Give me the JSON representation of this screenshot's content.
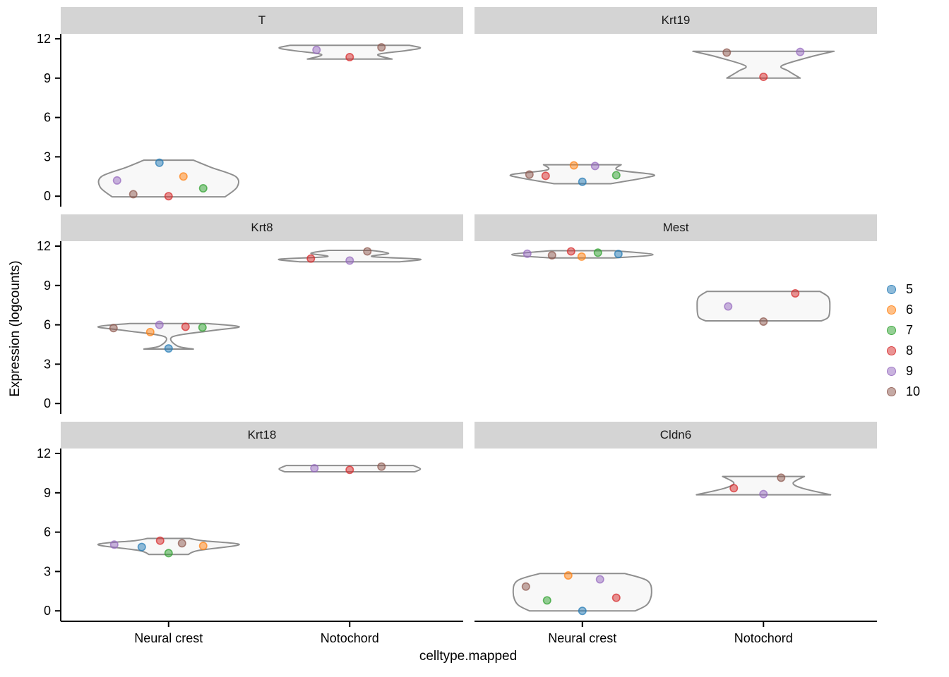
{
  "chart_data": {
    "type": "violin",
    "title": "",
    "xlabel": "celltype.mapped",
    "ylabel": "Expression (logcounts)",
    "x_categories": [
      "Neural crest",
      "Notochord"
    ],
    "y_ticks": [
      0,
      3,
      6,
      9,
      12
    ],
    "ylim": [
      -0.8,
      12.4
    ],
    "grid": false,
    "legend_position": "right",
    "violin_fill": "#f8f8f8",
    "violin_stroke": "#8f8f8f",
    "samples": [
      {
        "label": "5",
        "color": "#1f77b4"
      },
      {
        "label": "6",
        "color": "#ff7f0e"
      },
      {
        "label": "7",
        "color": "#2ca02c"
      },
      {
        "label": "8",
        "color": "#d62728"
      },
      {
        "label": "9",
        "color": "#9467bd"
      },
      {
        "label": "10",
        "color": "#8c564b"
      }
    ],
    "facets": [
      {
        "title": "T",
        "groups": [
          {
            "category": "Neural crest",
            "violin_profile": [
              [
                -0.05,
                80
              ],
              [
                0.7,
                97
              ],
              [
                1.5,
                95
              ],
              [
                2.2,
                60
              ],
              [
                2.75,
                35
              ]
            ],
            "points": [
              {
                "sample": "5",
                "value": 2.55,
                "dx": -13
              },
              {
                "sample": "6",
                "value": 1.5,
                "dx": 21
              },
              {
                "sample": "7",
                "value": 0.6,
                "dx": 49
              },
              {
                "sample": "8",
                "value": 0.0,
                "dx": 0
              },
              {
                "sample": "9",
                "value": 1.2,
                "dx": -73
              },
              {
                "sample": "10",
                "value": 0.15,
                "dx": -50
              }
            ]
          },
          {
            "category": "Notochord",
            "violin_profile": [
              [
                10.45,
                60
              ],
              [
                10.8,
                40
              ],
              [
                11.1,
                80
              ],
              [
                11.3,
                100
              ],
              [
                11.5,
                85
              ]
            ],
            "points": [
              {
                "sample": "8",
                "value": 10.6,
                "dx": 0
              },
              {
                "sample": "9",
                "value": 11.15,
                "dx": -47
              },
              {
                "sample": "10",
                "value": 11.35,
                "dx": 45
              }
            ]
          }
        ]
      },
      {
        "title": "Krt19",
        "groups": [
          {
            "category": "Neural crest",
            "violin_profile": [
              [
                0.95,
                40
              ],
              [
                1.4,
                88
              ],
              [
                1.65,
                100
              ],
              [
                2.0,
                50
              ],
              [
                2.4,
                55
              ]
            ],
            "points": [
              {
                "sample": "5",
                "value": 1.1,
                "dx": 0
              },
              {
                "sample": "6",
                "value": 2.35,
                "dx": -12
              },
              {
                "sample": "7",
                "value": 1.6,
                "dx": 48
              },
              {
                "sample": "8",
                "value": 1.55,
                "dx": -52
              },
              {
                "sample": "9",
                "value": 2.3,
                "dx": 18
              },
              {
                "sample": "10",
                "value": 1.65,
                "dx": -75
              }
            ]
          },
          {
            "category": "Notochord",
            "violin_profile": [
              [
                9.0,
                52
              ],
              [
                9.55,
                35
              ],
              [
                9.95,
                26
              ],
              [
                10.6,
                65
              ],
              [
                11.05,
                100
              ]
            ],
            "points": [
              {
                "sample": "8",
                "value": 9.1,
                "dx": 0
              },
              {
                "sample": "9",
                "value": 11.0,
                "dx": 52
              },
              {
                "sample": "10",
                "value": 10.95,
                "dx": -52
              }
            ]
          }
        ]
      },
      {
        "title": "Krt8",
        "groups": [
          {
            "category": "Neural crest",
            "violin_profile": [
              [
                4.15,
                35
              ],
              [
                4.4,
                12
              ],
              [
                5.1,
                6
              ],
              [
                5.55,
                60
              ],
              [
                5.85,
                100
              ],
              [
                6.1,
                55
              ]
            ],
            "points": [
              {
                "sample": "5",
                "value": 4.2,
                "dx": 0
              },
              {
                "sample": "6",
                "value": 5.45,
                "dx": -26
              },
              {
                "sample": "7",
                "value": 5.8,
                "dx": 48
              },
              {
                "sample": "8",
                "value": 5.85,
                "dx": 24
              },
              {
                "sample": "9",
                "value": 6.0,
                "dx": -13
              },
              {
                "sample": "10",
                "value": 5.75,
                "dx": -78
              }
            ]
          },
          {
            "category": "Notochord",
            "violin_profile": [
              [
                10.8,
                70
              ],
              [
                11.0,
                100
              ],
              [
                11.2,
                32
              ],
              [
                11.45,
                55
              ],
              [
                11.68,
                30
              ]
            ],
            "points": [
              {
                "sample": "8",
                "value": 11.05,
                "dx": -55
              },
              {
                "sample": "9",
                "value": 10.9,
                "dx": 0
              },
              {
                "sample": "10",
                "value": 11.6,
                "dx": 25
              }
            ]
          }
        ]
      },
      {
        "title": "Mest",
        "groups": [
          {
            "category": "Neural crest",
            "violin_profile": [
              [
                11.1,
                45
              ],
              [
                11.35,
                100
              ],
              [
                11.65,
                45
              ]
            ],
            "points": [
              {
                "sample": "5",
                "value": 11.4,
                "dx": 51
              },
              {
                "sample": "6",
                "value": 11.2,
                "dx": -1
              },
              {
                "sample": "7",
                "value": 11.5,
                "dx": 22
              },
              {
                "sample": "8",
                "value": 11.6,
                "dx": -16
              },
              {
                "sample": "9",
                "value": 11.42,
                "dx": -78
              },
              {
                "sample": "10",
                "value": 11.3,
                "dx": -43
              }
            ]
          },
          {
            "category": "Notochord",
            "violin_profile": [
              [
                6.3,
                82
              ],
              [
                6.6,
                92
              ],
              [
                7.4,
                94
              ],
              [
                8.1,
                92
              ],
              [
                8.55,
                80
              ]
            ],
            "points": [
              {
                "sample": "8",
                "value": 8.4,
                "dx": 45
              },
              {
                "sample": "9",
                "value": 7.4,
                "dx": -50
              },
              {
                "sample": "10",
                "value": 6.25,
                "dx": 0
              }
            ]
          }
        ]
      },
      {
        "title": "Krt18",
        "groups": [
          {
            "category": "Neural crest",
            "violin_profile": [
              [
                4.3,
                28
              ],
              [
                4.6,
                42
              ],
              [
                5.05,
                100
              ],
              [
                5.35,
                48
              ],
              [
                5.52,
                30
              ]
            ],
            "points": [
              {
                "sample": "5",
                "value": 4.87,
                "dx": -38
              },
              {
                "sample": "6",
                "value": 4.95,
                "dx": 49
              },
              {
                "sample": "7",
                "value": 4.4,
                "dx": 0
              },
              {
                "sample": "8",
                "value": 5.35,
                "dx": -12
              },
              {
                "sample": "9",
                "value": 5.05,
                "dx": -77
              },
              {
                "sample": "10",
                "value": 5.15,
                "dx": 19
              }
            ]
          },
          {
            "category": "Notochord",
            "violin_profile": [
              [
                10.6,
                92
              ],
              [
                10.82,
                100
              ],
              [
                11.08,
                90
              ]
            ],
            "points": [
              {
                "sample": "8",
                "value": 10.75,
                "dx": 0
              },
              {
                "sample": "9",
                "value": 10.87,
                "dx": -50
              },
              {
                "sample": "10",
                "value": 11.0,
                "dx": 45
              }
            ]
          }
        ]
      },
      {
        "title": "Cldn6",
        "groups": [
          {
            "category": "Neural crest",
            "violin_profile": [
              [
                0.0,
                75
              ],
              [
                0.5,
                92
              ],
              [
                1.4,
                98
              ],
              [
                2.3,
                92
              ],
              [
                2.85,
                60
              ]
            ],
            "points": [
              {
                "sample": "5",
                "value": 0.0,
                "dx": 0
              },
              {
                "sample": "6",
                "value": 2.7,
                "dx": -20
              },
              {
                "sample": "7",
                "value": 0.8,
                "dx": -50
              },
              {
                "sample": "8",
                "value": 1.0,
                "dx": 48
              },
              {
                "sample": "9",
                "value": 2.4,
                "dx": 25
              },
              {
                "sample": "10",
                "value": 1.85,
                "dx": -80
              }
            ]
          },
          {
            "category": "Notochord",
            "violin_profile": [
              [
                8.85,
                95
              ],
              [
                9.35,
                55
              ],
              [
                9.75,
                42
              ],
              [
                10.25,
                58
              ]
            ],
            "points": [
              {
                "sample": "8",
                "value": 9.35,
                "dx": -42
              },
              {
                "sample": "9",
                "value": 8.9,
                "dx": 0
              },
              {
                "sample": "10",
                "value": 10.15,
                "dx": 25
              }
            ]
          }
        ]
      }
    ]
  }
}
